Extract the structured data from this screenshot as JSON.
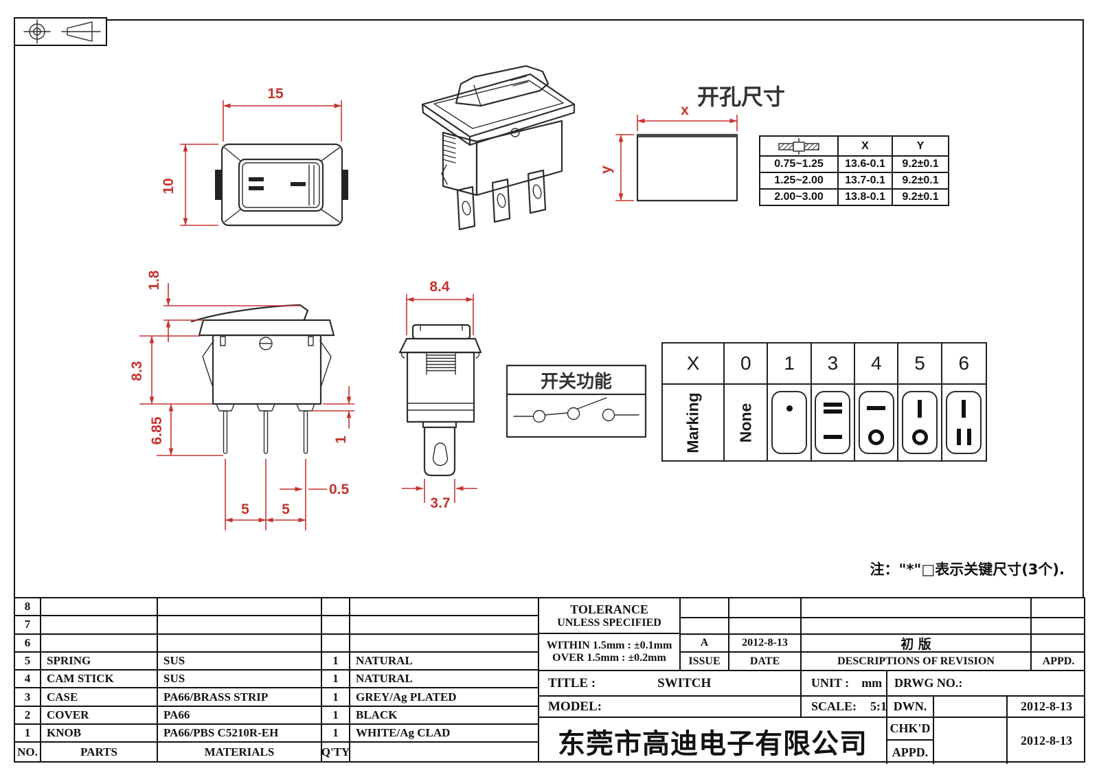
{
  "colors": {
    "dimension_red": "#c5342f",
    "line_dark": "#2d2d2d",
    "table_black": "#111111"
  },
  "front_view": {
    "w": "15",
    "h": "10"
  },
  "cutout": {
    "title": "开孔尺寸",
    "x_label": "x",
    "y_label": "y",
    "table": {
      "header_x": "X",
      "header_y": "Y",
      "rows": [
        {
          "thk": "0.75~1.25",
          "x": "13.6-0.1",
          "y": "9.2±0.1"
        },
        {
          "thk": "1.25~2.00",
          "x": "13.7-0.1",
          "y": "9.2±0.1"
        },
        {
          "thk": "2.00~3.00",
          "x": "13.8-0.1",
          "y": "9.2±0.1"
        }
      ]
    }
  },
  "side_view": {
    "dims": {
      "rocker": "1.8",
      "body": "8.3",
      "pin": "6.85",
      "foot": "1",
      "pin_w": "0.5",
      "pitch_a": "5",
      "pitch_b": "5"
    }
  },
  "end_view": {
    "dims": {
      "w": "8.4",
      "tab": "3.7"
    }
  },
  "function_box": {
    "title": "开关功能"
  },
  "marking": {
    "headers": [
      "X",
      "0",
      "1",
      "3",
      "4",
      "5",
      "6"
    ],
    "row_label": "Marking",
    "none_label": "None",
    "symbols": [
      {
        "top": "dot",
        "bottom": ""
      },
      {
        "top": "dbar",
        "bottom": "bar"
      },
      {
        "top": "bar",
        "bottom": "ring"
      },
      {
        "top": "vbar",
        "bottom": "ring"
      },
      {
        "top": "vbar",
        "bottom": "dvbar"
      }
    ]
  },
  "note": "注：\"*\"□表示关键尺寸(3个).",
  "parts_table": {
    "rows": [
      {
        "no": "8",
        "part": "",
        "material": "",
        "qty": "",
        "finish": ""
      },
      {
        "no": "7",
        "part": "",
        "material": "",
        "qty": "",
        "finish": ""
      },
      {
        "no": "6",
        "part": "",
        "material": "",
        "qty": "",
        "finish": ""
      },
      {
        "no": "5",
        "part": "SPRING",
        "material": "SUS",
        "qty": "1",
        "finish": "NATURAL"
      },
      {
        "no": "4",
        "part": "CAM STICK",
        "material": "SUS",
        "qty": "1",
        "finish": "NATURAL"
      },
      {
        "no": "3",
        "part": "CASE",
        "material": "PA66/BRASS STRIP",
        "qty": "1",
        "finish": "GREY/Ag PLATED"
      },
      {
        "no": "2",
        "part": "COVER",
        "material": "PA66",
        "qty": "1",
        "finish": "BLACK"
      },
      {
        "no": "1",
        "part": "KNOB",
        "material": "PA66/PBS C5210R-EH",
        "qty": "1",
        "finish": "WHITE/Ag CLAD"
      }
    ],
    "footer": {
      "no": "NO.",
      "parts": "PARTS",
      "materials": "MATERIALS",
      "qty": "Q'TY",
      "finish": ""
    }
  },
  "title_block": {
    "tolerance_1": "TOLERANCE",
    "tolerance_2": "UNLESS  SPECIFIED",
    "within": "WITHIN 1.5mm : ±0.1mm",
    "over": "OVER 1.5mm : ±0.2mm",
    "issue_value": "A",
    "issue_date": "2012-8-13",
    "revision_desc": "初  版",
    "issue_label": "ISSUE",
    "date_label": "DATE",
    "desc_label": "DESCRIPTIONS OF REVISION",
    "appd_label": "APPD.",
    "title_label": "TITLE :",
    "title_value": "SWITCH",
    "unit_label": "UNIT :",
    "unit_value": "mm",
    "drwg_label": "DRWG NO.:",
    "model_label": "MODEL:",
    "scale_label": "SCALE:",
    "scale_value": "5:1",
    "company": "东莞市高迪电子有限公司",
    "dwn_label": "DWN.",
    "chkd_label": "CHK'D",
    "appd2_label": "APPD.",
    "dwn_date": "2012-8-13",
    "chk_date": "2012-8-13"
  }
}
